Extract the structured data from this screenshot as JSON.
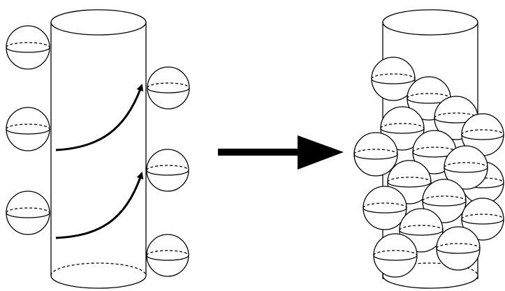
{
  "figure": {
    "left_panel": {
      "sphere_count": 6,
      "growth_arrows": 2
    },
    "right_panel": {
      "sphere_count": 17
    },
    "colors": {
      "stroke": "#000000",
      "fill": "#ffffff",
      "background": "#ffffff"
    }
  }
}
